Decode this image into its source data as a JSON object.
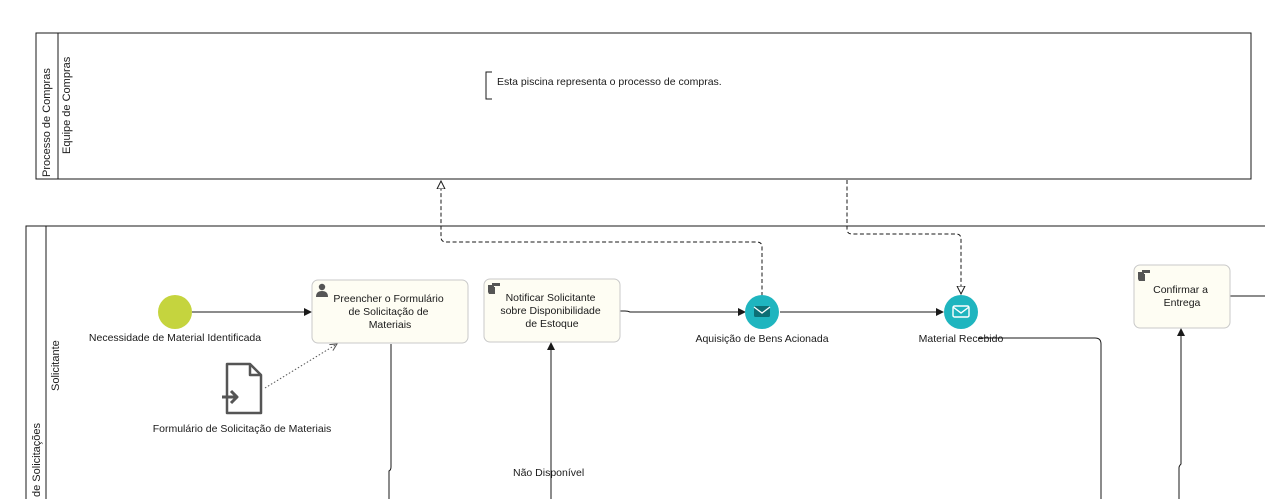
{
  "pools": {
    "purchasing": {
      "pool_label": "Processo de Compras",
      "lane_label": "Equipe de Compras",
      "annotation": "Esta piscina representa o processo de compras."
    },
    "requests": {
      "pool_label": "de Solicitações",
      "lane_label": "Solicitante"
    }
  },
  "events": {
    "start": {
      "label": "Necessidade de Material Identificada",
      "color": "#c5d43e"
    },
    "acquisition": {
      "label": "Aquisição de Bens Acionada",
      "color": "#1fb5bf"
    },
    "received": {
      "label": "Material Recebido",
      "color": "#1fb5bf"
    }
  },
  "tasks": {
    "fill_form": {
      "lines": [
        "Preencher o Formulário",
        "de Solicitação de",
        "Materiais"
      ],
      "icon": "user-icon"
    },
    "notify": {
      "lines": [
        "Notificar Solicitante",
        "sobre Disponibilidade",
        "de Estoque"
      ],
      "icon": "hand-icon"
    },
    "confirm": {
      "lines": [
        "Confirmar a",
        "Entrega"
      ],
      "icon": "hand-icon"
    }
  },
  "data_object": {
    "label": "Formulário de Solicitação de Materiais",
    "icon": "document-input-icon"
  },
  "flow_labels": {
    "not_available": "Não Disponível"
  }
}
